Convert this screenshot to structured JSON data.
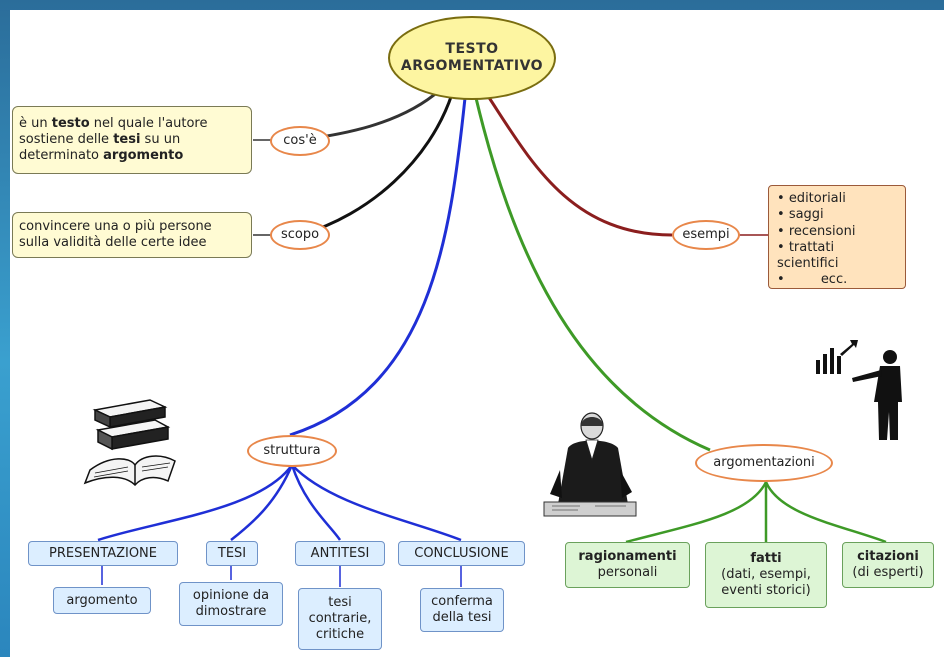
{
  "title": {
    "line1": "TESTO",
    "line2": "ARGOMENTATIVO"
  },
  "branches": {
    "cose": {
      "label": "cos'è",
      "definition": [
        "è un ",
        "testo",
        " nel quale l'autore",
        "sostiene delle ",
        "tesi",
        " su un",
        "determinato ",
        "argomento"
      ]
    },
    "scopo": {
      "label": "scopo",
      "text": [
        "convincere una o più persone",
        "sulla validità delle certe idee"
      ]
    },
    "esempi": {
      "label": "esempi",
      "items": [
        "editoriali",
        "saggi",
        "recensioni",
        "trattati scientifici"
      ],
      "extra": "ecc."
    },
    "struttura": {
      "label": "struttura",
      "parts": [
        {
          "title": "PRESENTAZIONE",
          "detail": [
            "argomento"
          ]
        },
        {
          "title": "TESI",
          "detail": [
            "opinione da",
            "dimostrare"
          ]
        },
        {
          "title": "ANTITESI",
          "detail": [
            "tesi",
            "contrarie,",
            "critiche"
          ]
        },
        {
          "title": "CONCLUSIONE",
          "detail": [
            "conferma",
            "della tesi"
          ]
        }
      ]
    },
    "argomentazioni": {
      "label": "argomentazioni",
      "types": [
        {
          "bold": "ragionamenti",
          "rest": [
            "personali"
          ]
        },
        {
          "bold": "fatti",
          "rest": [
            "(dati, esempi,",
            "eventi storici)"
          ]
        },
        {
          "bold": "citazioni",
          "rest": [
            "(di esperti)"
          ]
        }
      ]
    }
  },
  "colors": {
    "link_dark": "#333333",
    "link_black": "#111111",
    "link_esempi": "#8b1e1e",
    "link_struttura": "#1f2fd6",
    "link_argomentazioni": "#3e9a27",
    "oval_border": "#e8874a"
  },
  "icons": [
    "books-icon",
    "lawyer-icon",
    "presenter-chart-icon"
  ]
}
